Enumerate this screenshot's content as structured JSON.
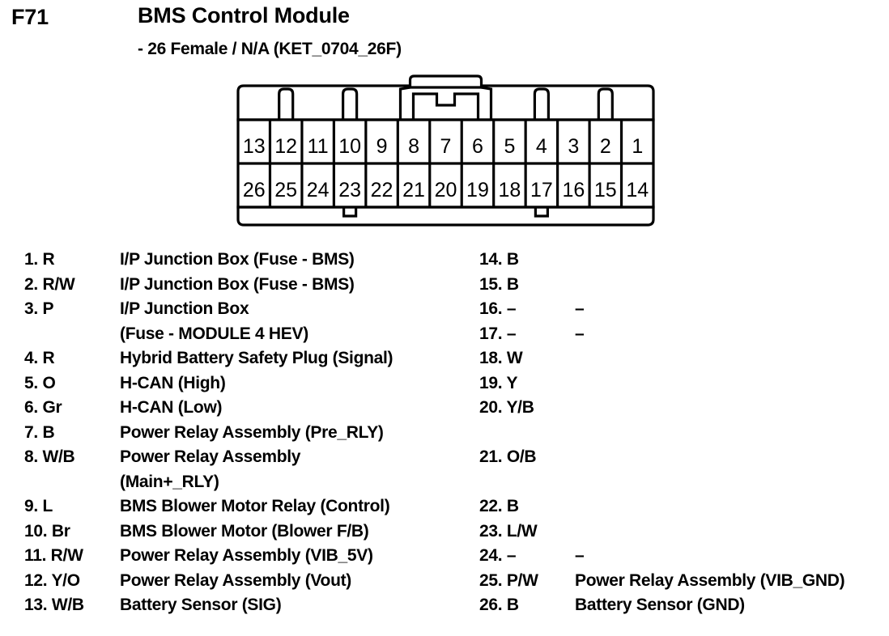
{
  "header": {
    "connector_code": "F71",
    "module_title": "BMS Control Module",
    "module_subtitle": "- 26 Female / N/A (KET_0704_26F)"
  },
  "connector": {
    "top_row_labels": [
      "13",
      "12",
      "11",
      "10",
      "9",
      "8",
      "7",
      "6",
      "5",
      "4",
      "3",
      "2",
      "1"
    ],
    "bottom_row_labels": [
      "26",
      "25",
      "24",
      "23",
      "22",
      "21",
      "20",
      "19",
      "18",
      "17",
      "16",
      "15",
      "14"
    ],
    "outline_color": "#000000",
    "fill_color": "#ffffff"
  },
  "pinout": {
    "rows": [
      {
        "left": {
          "num": "1. R",
          "desc": "I/P Junction Box (Fuse - BMS)"
        },
        "right": {
          "num": "14. B",
          "desc": ""
        }
      },
      {
        "left": {
          "num": "2. R/W",
          "desc": "I/P Junction Box (Fuse - BMS)"
        },
        "right": {
          "num": "15. B",
          "desc": ""
        }
      },
      {
        "left": {
          "num": "3. P",
          "desc": "I/P Junction Box"
        },
        "right": {
          "num": "16. –",
          "desc": "–"
        }
      },
      {
        "left": {
          "num": "",
          "desc": "(Fuse - MODULE 4 HEV)"
        },
        "right": {
          "num": "17. –",
          "desc": "–"
        }
      },
      {
        "left": {
          "num": "4. R",
          "desc": "Hybrid Battery Safety Plug (Signal)"
        },
        "right": {
          "num": "18. W",
          "desc": ""
        }
      },
      {
        "left": {
          "num": "5. O",
          "desc": "H-CAN (High)"
        },
        "right": {
          "num": "19. Y",
          "desc": ""
        }
      },
      {
        "left": {
          "num": "6. Gr",
          "desc": "H-CAN (Low)"
        },
        "right": {
          "num": "20. Y/B",
          "desc": ""
        }
      },
      {
        "left": {
          "num": "7. B",
          "desc": "Power Relay Assembly (Pre_RLY)"
        },
        "right": {
          "num": "",
          "desc": ""
        }
      },
      {
        "left": {
          "num": "8. W/B",
          "desc": "Power Relay Assembly"
        },
        "right": {
          "num": "21. O/B",
          "desc": ""
        }
      },
      {
        "left": {
          "num": "",
          "desc": "(Main+_RLY)"
        },
        "right": {
          "num": "",
          "desc": ""
        }
      },
      {
        "left": {
          "num": "9. L",
          "desc": "BMS Blower Motor Relay (Control)"
        },
        "right": {
          "num": "22. B",
          "desc": ""
        }
      },
      {
        "left": {
          "num": "10. Br",
          "desc": "BMS Blower Motor (Blower F/B)"
        },
        "right": {
          "num": "23. L/W",
          "desc": ""
        }
      },
      {
        "left": {
          "num": "11. R/W",
          "desc": "Power Relay Assembly (VIB_5V)"
        },
        "right": {
          "num": "24. –",
          "desc": "–"
        }
      },
      {
        "left": {
          "num": "12. Y/O",
          "desc": "Power Relay Assembly (Vout)"
        },
        "right": {
          "num": "25. P/W",
          "desc": "Power Relay Assembly (VIB_GND)"
        }
      },
      {
        "left": {
          "num": "13. W/B",
          "desc": "Battery Sensor (SIG)"
        },
        "right": {
          "num": "26. B",
          "desc": "Battery Sensor (GND)"
        }
      }
    ]
  }
}
